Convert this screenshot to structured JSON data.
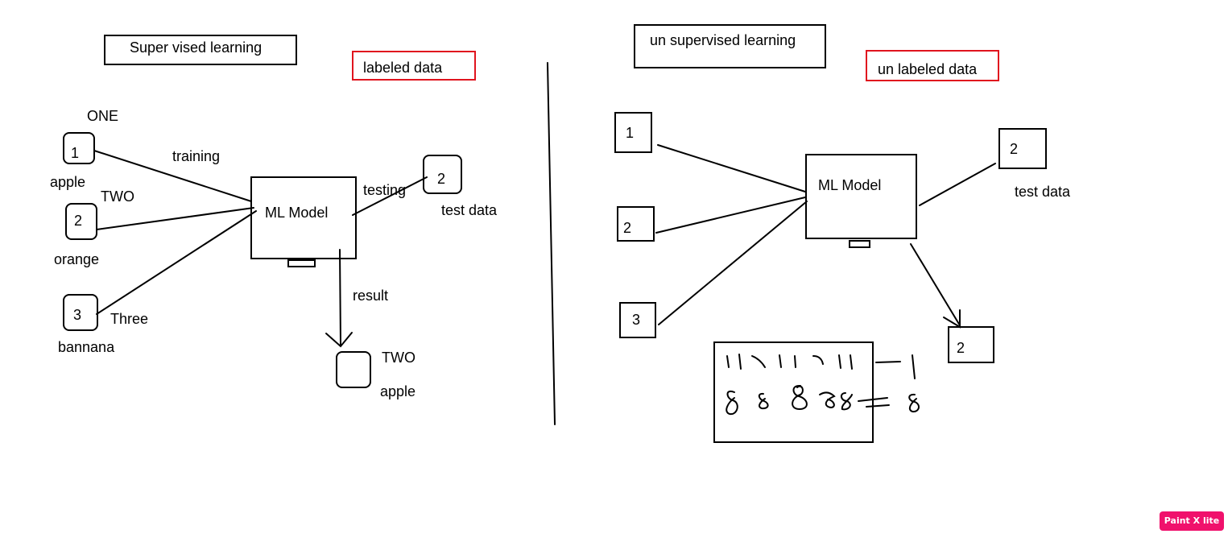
{
  "supervised": {
    "title": "Super vised learning",
    "labeled_tag": "labeled data",
    "inputs": [
      {
        "number": "1",
        "word": "ONE",
        "label": "apple"
      },
      {
        "number": "2",
        "word": "TWO",
        "label": "orange"
      },
      {
        "number": "3",
        "word": "Three",
        "label": "bannana"
      }
    ],
    "training_label": "training",
    "model_label": "ML Model",
    "testing_label": "testing",
    "test_item": {
      "number": "2",
      "label": "test data"
    },
    "result_label": "result",
    "output": {
      "word": "TWO",
      "label": "apple"
    }
  },
  "unsupervised": {
    "title": "un supervised learning",
    "unlabeled_tag": "un labeled data",
    "inputs": [
      "1",
      "2",
      "3"
    ],
    "model_label": "ML Model",
    "test_item": {
      "number": "2",
      "label": "test data"
    },
    "output_number": "2"
  },
  "watermark": "Paint X lite",
  "colors": {
    "stroke": "#000000",
    "highlight": "#e0141e",
    "badge": "#f0116c"
  }
}
